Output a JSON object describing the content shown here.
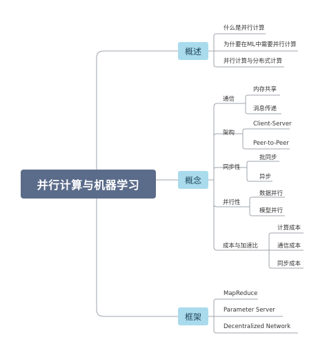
{
  "root": "并行计算与机器学习",
  "topics": {
    "overview": {
      "label": "概述",
      "items": [
        "什么是并行计算",
        "为什要在ML中需要并行计算",
        "并行计算与分布式计算"
      ]
    },
    "concepts": {
      "label": "概念",
      "groups": [
        {
          "label": "通信",
          "items": [
            "内存共享",
            "消息传递"
          ]
        },
        {
          "label": "架构",
          "items": [
            "Client-Server",
            "Peer-to-Peer"
          ]
        },
        {
          "label": "同步性",
          "items": [
            "批同步",
            "异步"
          ]
        },
        {
          "label": "并行性",
          "items": [
            "数据并行",
            "模型并行"
          ]
        },
        {
          "label": "成本与加速比",
          "items": [
            "计算成本",
            "通信成本",
            "同步成本"
          ]
        }
      ]
    },
    "frameworks": {
      "label": "框架",
      "items": [
        "MapReduce",
        "Parameter Server",
        "Decentralized Network"
      ]
    }
  },
  "colors": {
    "root_bg": "#5b6b8a",
    "topic_bg": "#a9dbed",
    "line": "#9ea3ab",
    "text": "#333333"
  }
}
